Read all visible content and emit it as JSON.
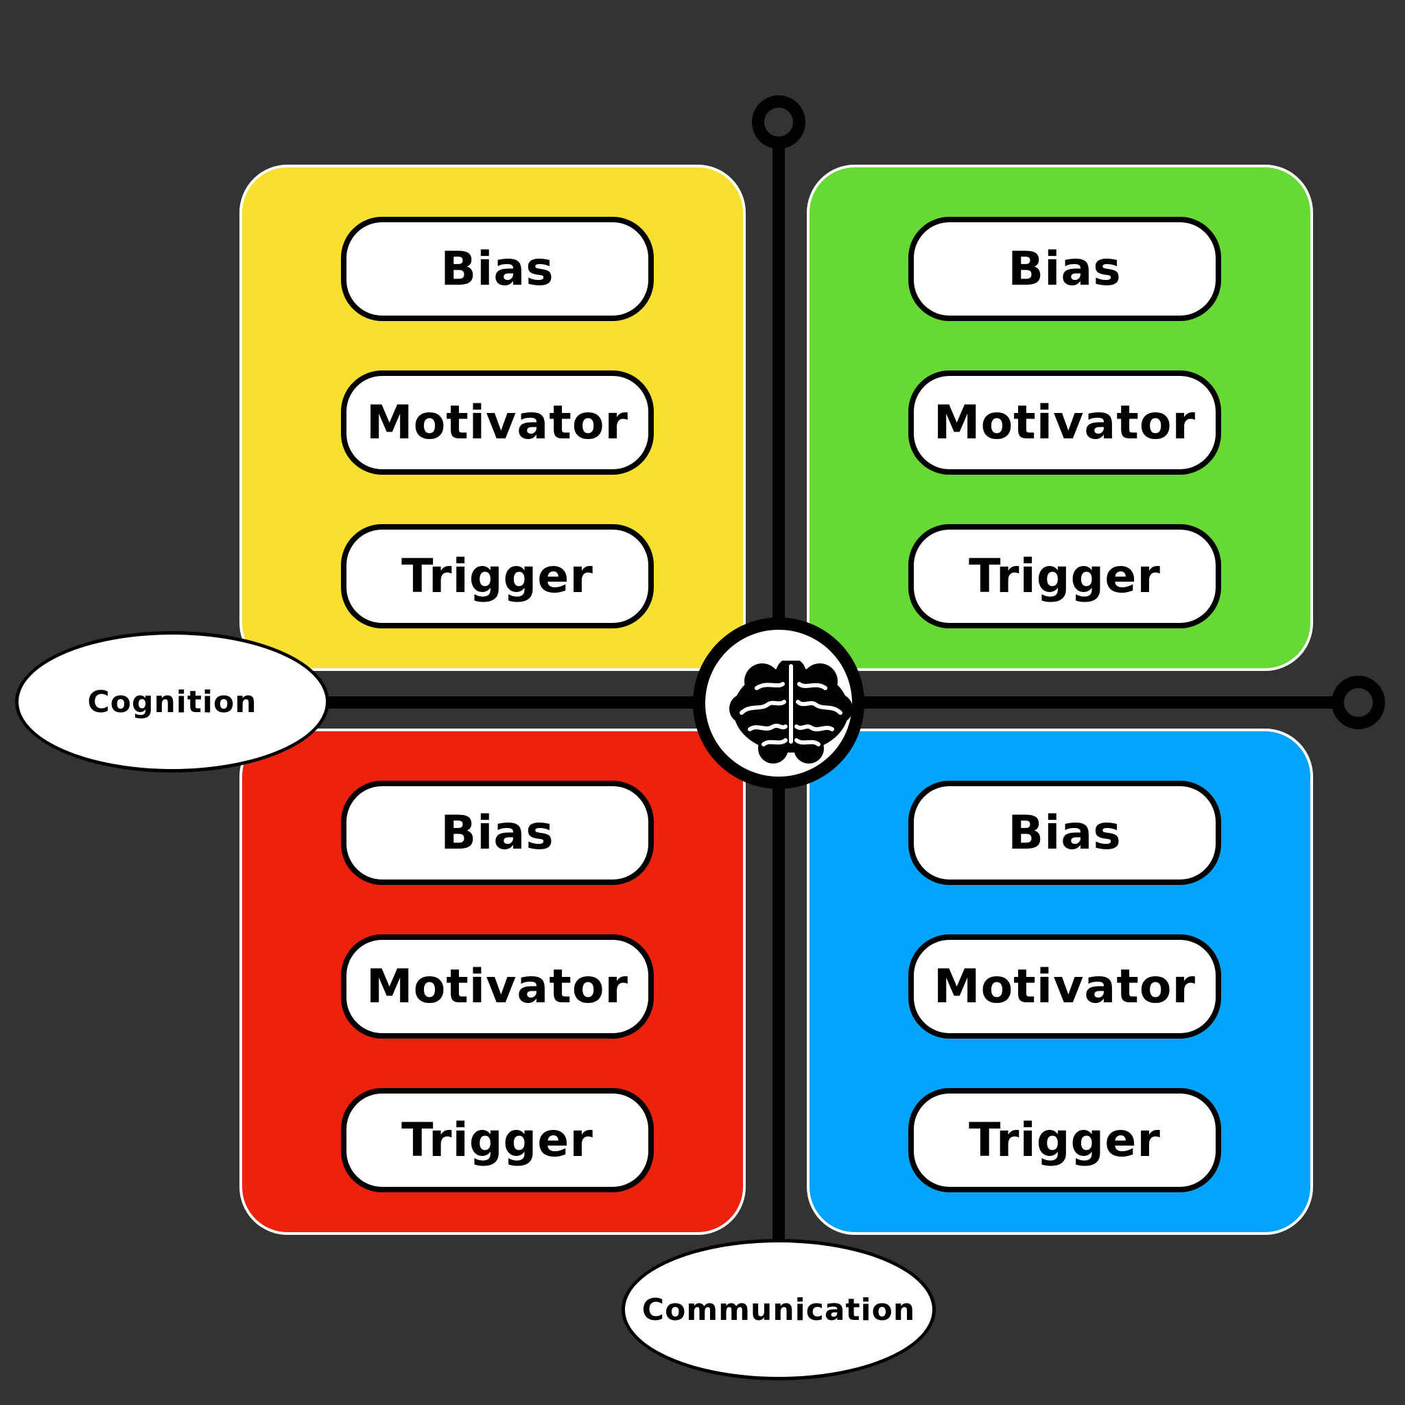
{
  "axes": {
    "horizontal_label": "Cognition",
    "vertical_label": "Communication"
  },
  "center_icon": "brain-icon",
  "quadrants": [
    {
      "color": "#f7e02f",
      "items": [
        "Bias",
        "Motivator",
        "Trigger"
      ]
    },
    {
      "color": "#66d934",
      "items": [
        "Bias",
        "Motivator",
        "Trigger"
      ]
    },
    {
      "color": "#ec220d",
      "items": [
        "Bias",
        "Motivator",
        "Trigger"
      ]
    },
    {
      "color": "#02a3fd",
      "items": [
        "Bias",
        "Motivator",
        "Trigger"
      ]
    }
  ]
}
